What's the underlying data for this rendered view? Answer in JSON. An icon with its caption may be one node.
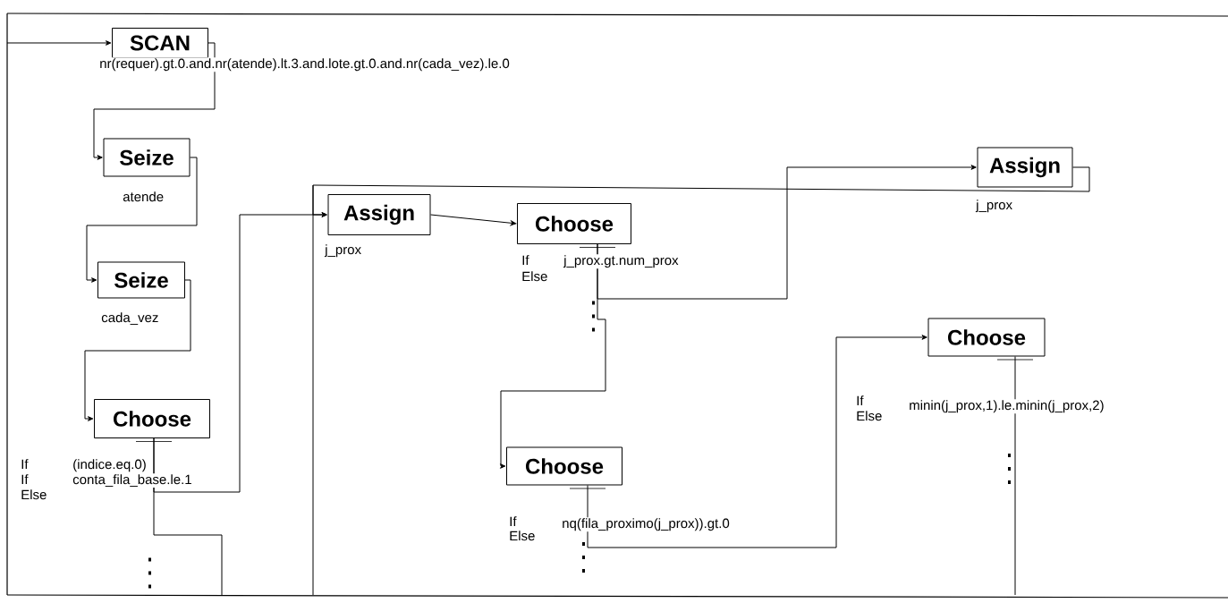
{
  "diagram": {
    "nodes": [
      {
        "text": [
          "SCAN"
        ],
        "beside": [
          "nr(requer).gt.0.and.nr(atende).lt.3.and.lote.gt.0.and.nr(cada_vez).le.0"
        ]
      },
      {
        "text": [
          "Seize"
        ],
        "beside": [
          "atende"
        ]
      },
      {
        "text": [
          "Seize"
        ],
        "beside": [
          "cada_vez"
        ]
      },
      {
        "text": [
          "Choose"
        ],
        "beside": [
          "If",
          "If",
          "Else",
          "(indice.eq.0)",
          "conta_fila_base.le.1"
        ]
      },
      {
        "text": [
          "Assign"
        ],
        "beside": [
          "j_prox"
        ]
      },
      {
        "text": [
          "Choose"
        ],
        "beside": [
          "If",
          "Else",
          "j_prox.gt.num_prox"
        ]
      },
      {
        "text": [
          "Assign"
        ],
        "beside": [
          "j_prox"
        ]
      },
      {
        "text": [
          "Choose"
        ],
        "beside": [
          "If",
          "Else",
          "nq(fila_proximo(j_prox)).gt.0"
        ]
      },
      {
        "text": [
          "Choose"
        ],
        "beside": [
          "If",
          "Else",
          "minin(j_prox,1).le.minin(j_prox,2)"
        ]
      }
    ],
    "edges": [
      {
        "from": null,
        "to": 0,
        "arrow": "to"
      },
      {
        "from": 0,
        "to": 1,
        "arrow": "to"
      },
      {
        "from": 1,
        "to": 2,
        "arrow": "to"
      },
      {
        "from": 2,
        "to": 3,
        "arrow": "to"
      },
      {
        "from": 3,
        "to": 4,
        "arrow": "to"
      },
      {
        "from": 3,
        "to": null,
        "arrow": "none"
      },
      {
        "from": 4,
        "to": 5,
        "arrow": "to"
      },
      {
        "from": 5,
        "to": 6,
        "arrow": "to"
      },
      {
        "from": 5,
        "to": 7,
        "arrow": "to"
      },
      {
        "from": 6,
        "to": 4,
        "arrow": "to"
      },
      {
        "from": 7,
        "to": 8,
        "arrow": "to"
      },
      {
        "from": 8,
        "to": null,
        "arrow": "none"
      }
    ]
  }
}
